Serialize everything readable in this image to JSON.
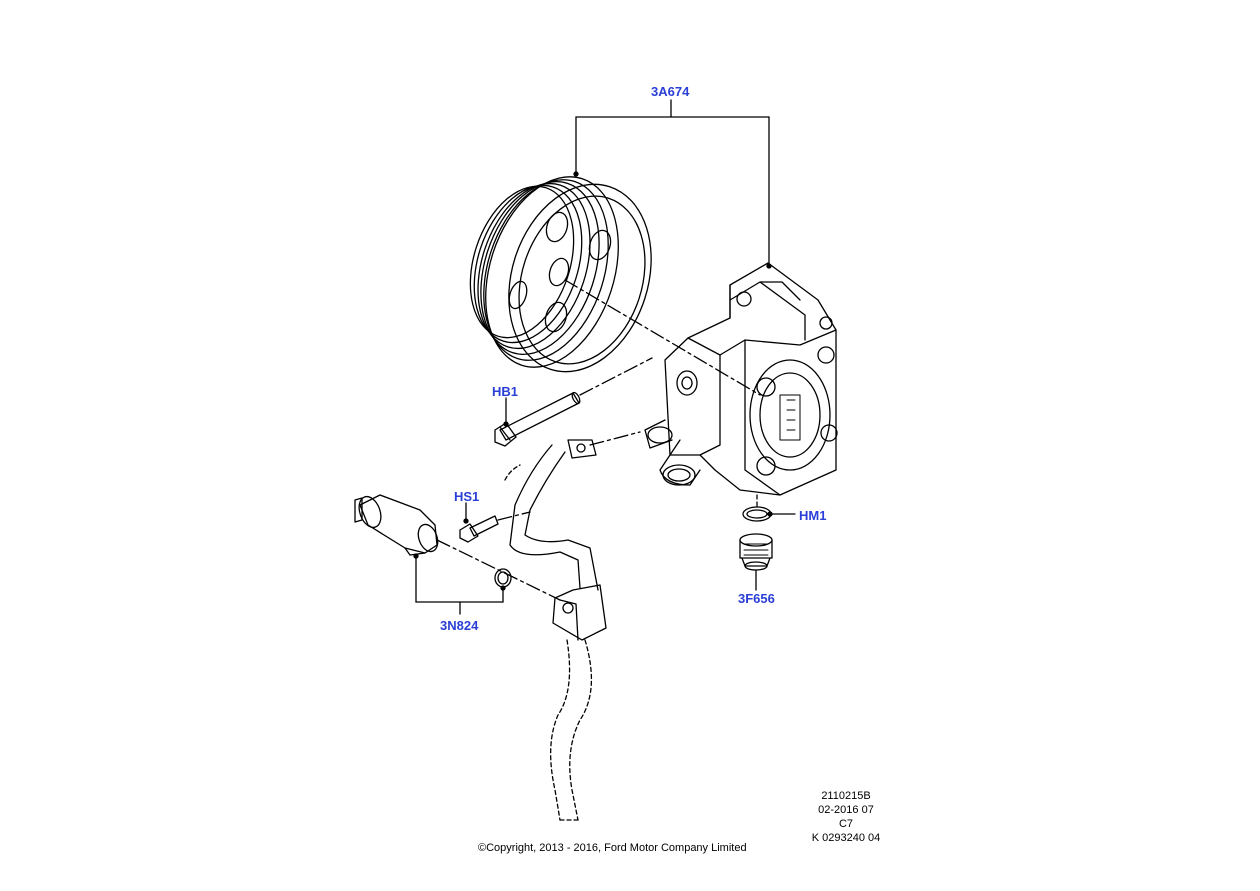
{
  "callouts": {
    "pump_assembly": "3A674",
    "pump_bolt": "HB1",
    "sensor_bolt": "HS1",
    "o_ring": "HM1",
    "union_fitting": "3F656",
    "pressure_switch": "3N824"
  },
  "colors": {
    "callout_text": "#2a3fd6",
    "line_art": "#000000",
    "background": "#ffffff"
  },
  "meta": {
    "line1": "2110215B",
    "line2": "02-2016 07",
    "line3": "C7",
    "line4": "K 0293240 04"
  },
  "copyright": "©Copyright, 2013 - 2016, Ford Motor Company Limited"
}
